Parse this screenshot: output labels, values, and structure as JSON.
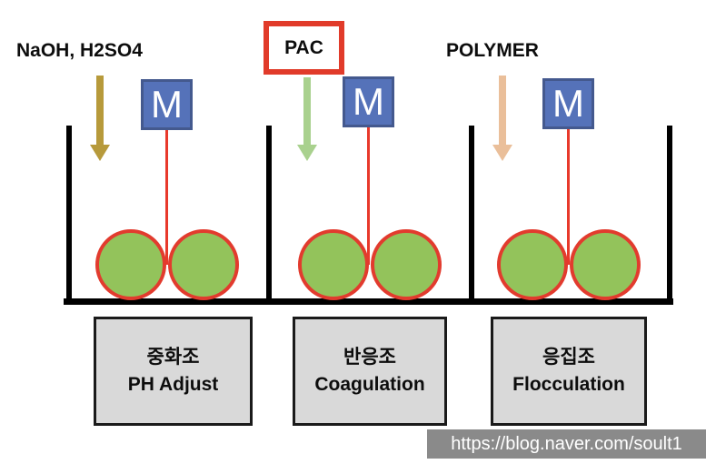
{
  "tanks": [
    {
      "dosing": "NaOH, H2SO4",
      "motor": "M",
      "label_ko": "중화조",
      "label_en": "PH Adjust"
    },
    {
      "dosing": "PAC",
      "motor": "M",
      "label_ko": "반응조",
      "label_en": "Coagulation"
    },
    {
      "dosing": "POLYMER",
      "motor": "M",
      "label_ko": "응집조",
      "label_en": "Flocculation"
    }
  ],
  "watermark": "https://blog.naver.com/soult1",
  "colors": {
    "dosing_arrow_naoh": "#b79a3b",
    "dosing_arrow_pac": "#a9d18e",
    "dosing_arrow_polymer": "#eabf9a",
    "pac_highlight_border": "#e13b2a",
    "motor_fill": "#5572b9",
    "motor_border": "#44598e",
    "mixer_shaft": "#e8392b",
    "impeller_fill": "#93c35b",
    "impeller_border": "#e23b2e",
    "tank_outline": "#000000",
    "label_box_fill": "#d9d9d9",
    "label_box_border": "#1a1a1a",
    "watermark_bg": "#8a8a8a"
  }
}
